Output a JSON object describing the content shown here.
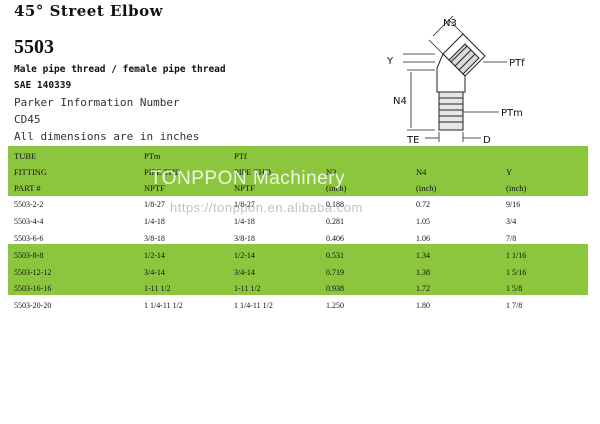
{
  "title": "45° Street Elbow",
  "part_number": "5503",
  "spec_line": "Male pipe thread / female pipe thread",
  "sae_line": "SAE 140339",
  "parker_info_label": "Parker Information Number",
  "parker_info_value": "CD45",
  "dimensions_note": "All dimensions are in inches",
  "diagram": {
    "label_n3": "N3",
    "label_y": "Y",
    "label_ptf": "PTf",
    "label_n4": "N4",
    "label_ptm": "PTm",
    "label_te": "TE",
    "label_d": "D"
  },
  "table": {
    "header_row1": {
      "c1": "TUBE",
      "c2": "PTm",
      "c3": "PTf"
    },
    "header_row2": {
      "c1": "FITTING",
      "c2": "PIPE THD",
      "c3": "PIPE THD",
      "c4": "N3",
      "c5": "N4",
      "c6": "Y"
    },
    "header_row3": {
      "c1": "PART #",
      "c2": "NPTF",
      "c3": "NPTF",
      "c4": "(inch)",
      "c5": "(inch)",
      "c6": "(inch)"
    },
    "rows": [
      {
        "part": "5503-2-2",
        "ptm": "1/8-27",
        "ptf": "1/8-27",
        "n3": "0.188",
        "n4": "0.72",
        "y": "9/16"
      },
      {
        "part": "5503-4-4",
        "ptm": "1/4-18",
        "ptf": "1/4-18",
        "n3": "0.281",
        "n4": "1.05",
        "y": "3/4"
      },
      {
        "part": "5503-6-6",
        "ptm": "3/8-18",
        "ptf": "3/8-18",
        "n3": "0.406",
        "n4": "1.06",
        "y": "7/8"
      },
      {
        "part": "5503-8-8",
        "ptm": "1/2-14",
        "ptf": "1/2-14",
        "n3": "0.531",
        "n4": "1.34",
        "y": "1 1/16"
      },
      {
        "part": "5503-12-12",
        "ptm": "3/4-14",
        "ptf": "3/4-14",
        "n3": "0.719",
        "n4": "1.38",
        "y": "1 5/16"
      },
      {
        "part": "5503-16-16",
        "ptm": "1-11 1/2",
        "ptf": "1-11 1/2",
        "n3": "0.938",
        "n4": "1.72",
        "y": "1 5/8"
      },
      {
        "part": "5503-20-20",
        "ptm": "1 1/4-11 1/2",
        "ptf": "1 1/4-11 1/2",
        "n3": "1.250",
        "n4": "1.80",
        "y": "1 7/8"
      }
    ]
  },
  "watermark": {
    "brand": "TONPPON Machinery",
    "url": "https://tonppon.en.alibaba.com"
  },
  "colors": {
    "band_green": "#8cc63f"
  }
}
